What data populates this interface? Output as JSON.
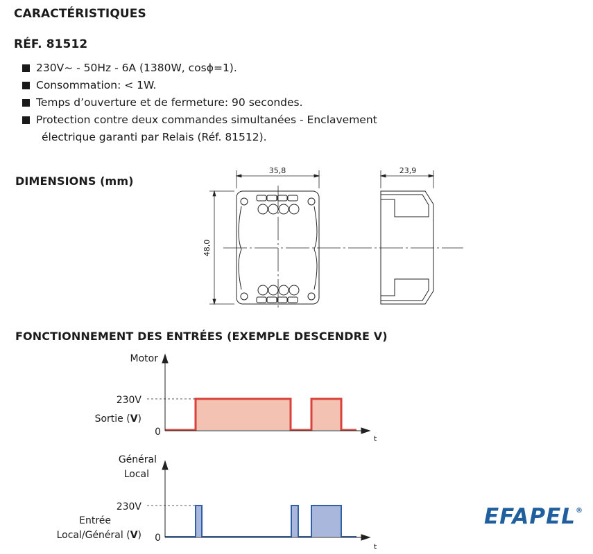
{
  "characteristics": {
    "title": "CARACTÉRISTIQUES",
    "ref": "RÉF. 81512",
    "bullets": [
      "230V~ - 50Hz - 6A (1380W, cosϕ=1).",
      "Consommation: < 1W.",
      "Temps d’ouverture et de fermeture: 90 secondes.",
      "Protection contre deux commandes simultanées - Enclavement"
    ],
    "bullet_continuation": "électrique garanti par Relais (Réf. 81512)."
  },
  "dimensions": {
    "title": "DIMENSIONS (mm)",
    "width_label": "35,8",
    "height_label": "48,0",
    "depth_label": "23,9"
  },
  "operation": {
    "title": "FONCTIONNEMENT DES ENTRÉES (EXEMPLE DESCENDRE",
    "title_symbol": "V",
    "motor_label": "Motor",
    "output_level": "230V",
    "output_label": "Sortie (",
    "output_symbol": "V",
    "output_close": ")",
    "zero_top": "0",
    "t_top": "t",
    "input_axis_line1": "Général",
    "input_axis_line2": "Local",
    "input_level": "230V",
    "input_label_line1": "Entrée",
    "input_label_line2": "Local/Général (",
    "input_symbol": "V",
    "input_close": ")",
    "zero_bottom": "0",
    "t_bottom": "t"
  },
  "colors": {
    "output_line": "#d9413a",
    "output_fill": "#f4c2b3",
    "input_line": "#2f5fa6",
    "input_fill": "#a9b7dc",
    "logo": "#1f5f9e"
  },
  "logo": {
    "text": "EFAPEL",
    "mark": "®"
  }
}
